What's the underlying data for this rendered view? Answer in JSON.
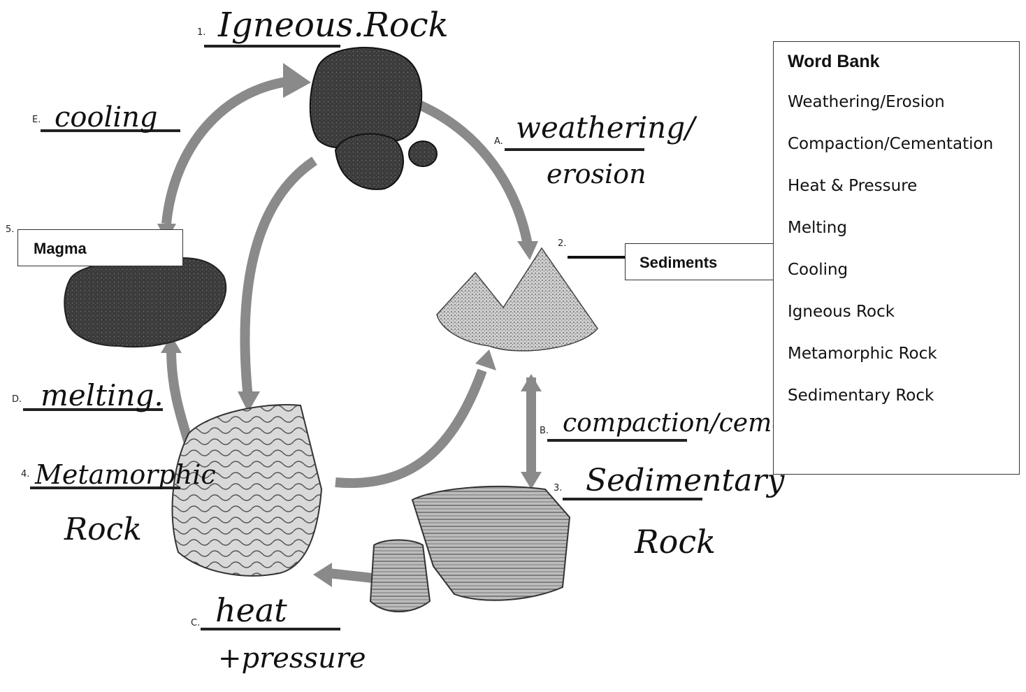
{
  "word_bank": {
    "title": "Word Bank",
    "items": [
      "Weathering/Erosion",
      "Compaction/Cementation",
      "Heat & Pressure",
      "Melting",
      "Cooling",
      "Igneous Rock",
      "Metamorphic Rock",
      "Sedimentary Rock"
    ]
  },
  "boxes": {
    "magma": "Magma",
    "sediments": "Sediments"
  },
  "numbers": {
    "n1": "1.",
    "n2": "2.",
    "n3": "3.",
    "n4": "4.",
    "n5": "5.",
    "a": "A.",
    "b": "B.",
    "c": "C.",
    "d": "D.",
    "e": "E."
  },
  "answers": {
    "igneous_rock": "Igneous.Rock",
    "weathering_line1": "weathering/",
    "weathering_line2": "erosion",
    "sedimentary_line1": "Sedimentary",
    "sedimentary_line2": "Rock",
    "compaction": "compaction/cementation",
    "heat_line1": "heat",
    "heat_line2": "+pressure",
    "metamorphic_line1": "Metamorphic",
    "metamorphic_line2": "Rock",
    "melting": "melting.",
    "cooling": "cooling"
  },
  "colors": {
    "arrow": "#8a8a8a",
    "rock_dark": "#2a2a2a",
    "ink": "#111111"
  }
}
